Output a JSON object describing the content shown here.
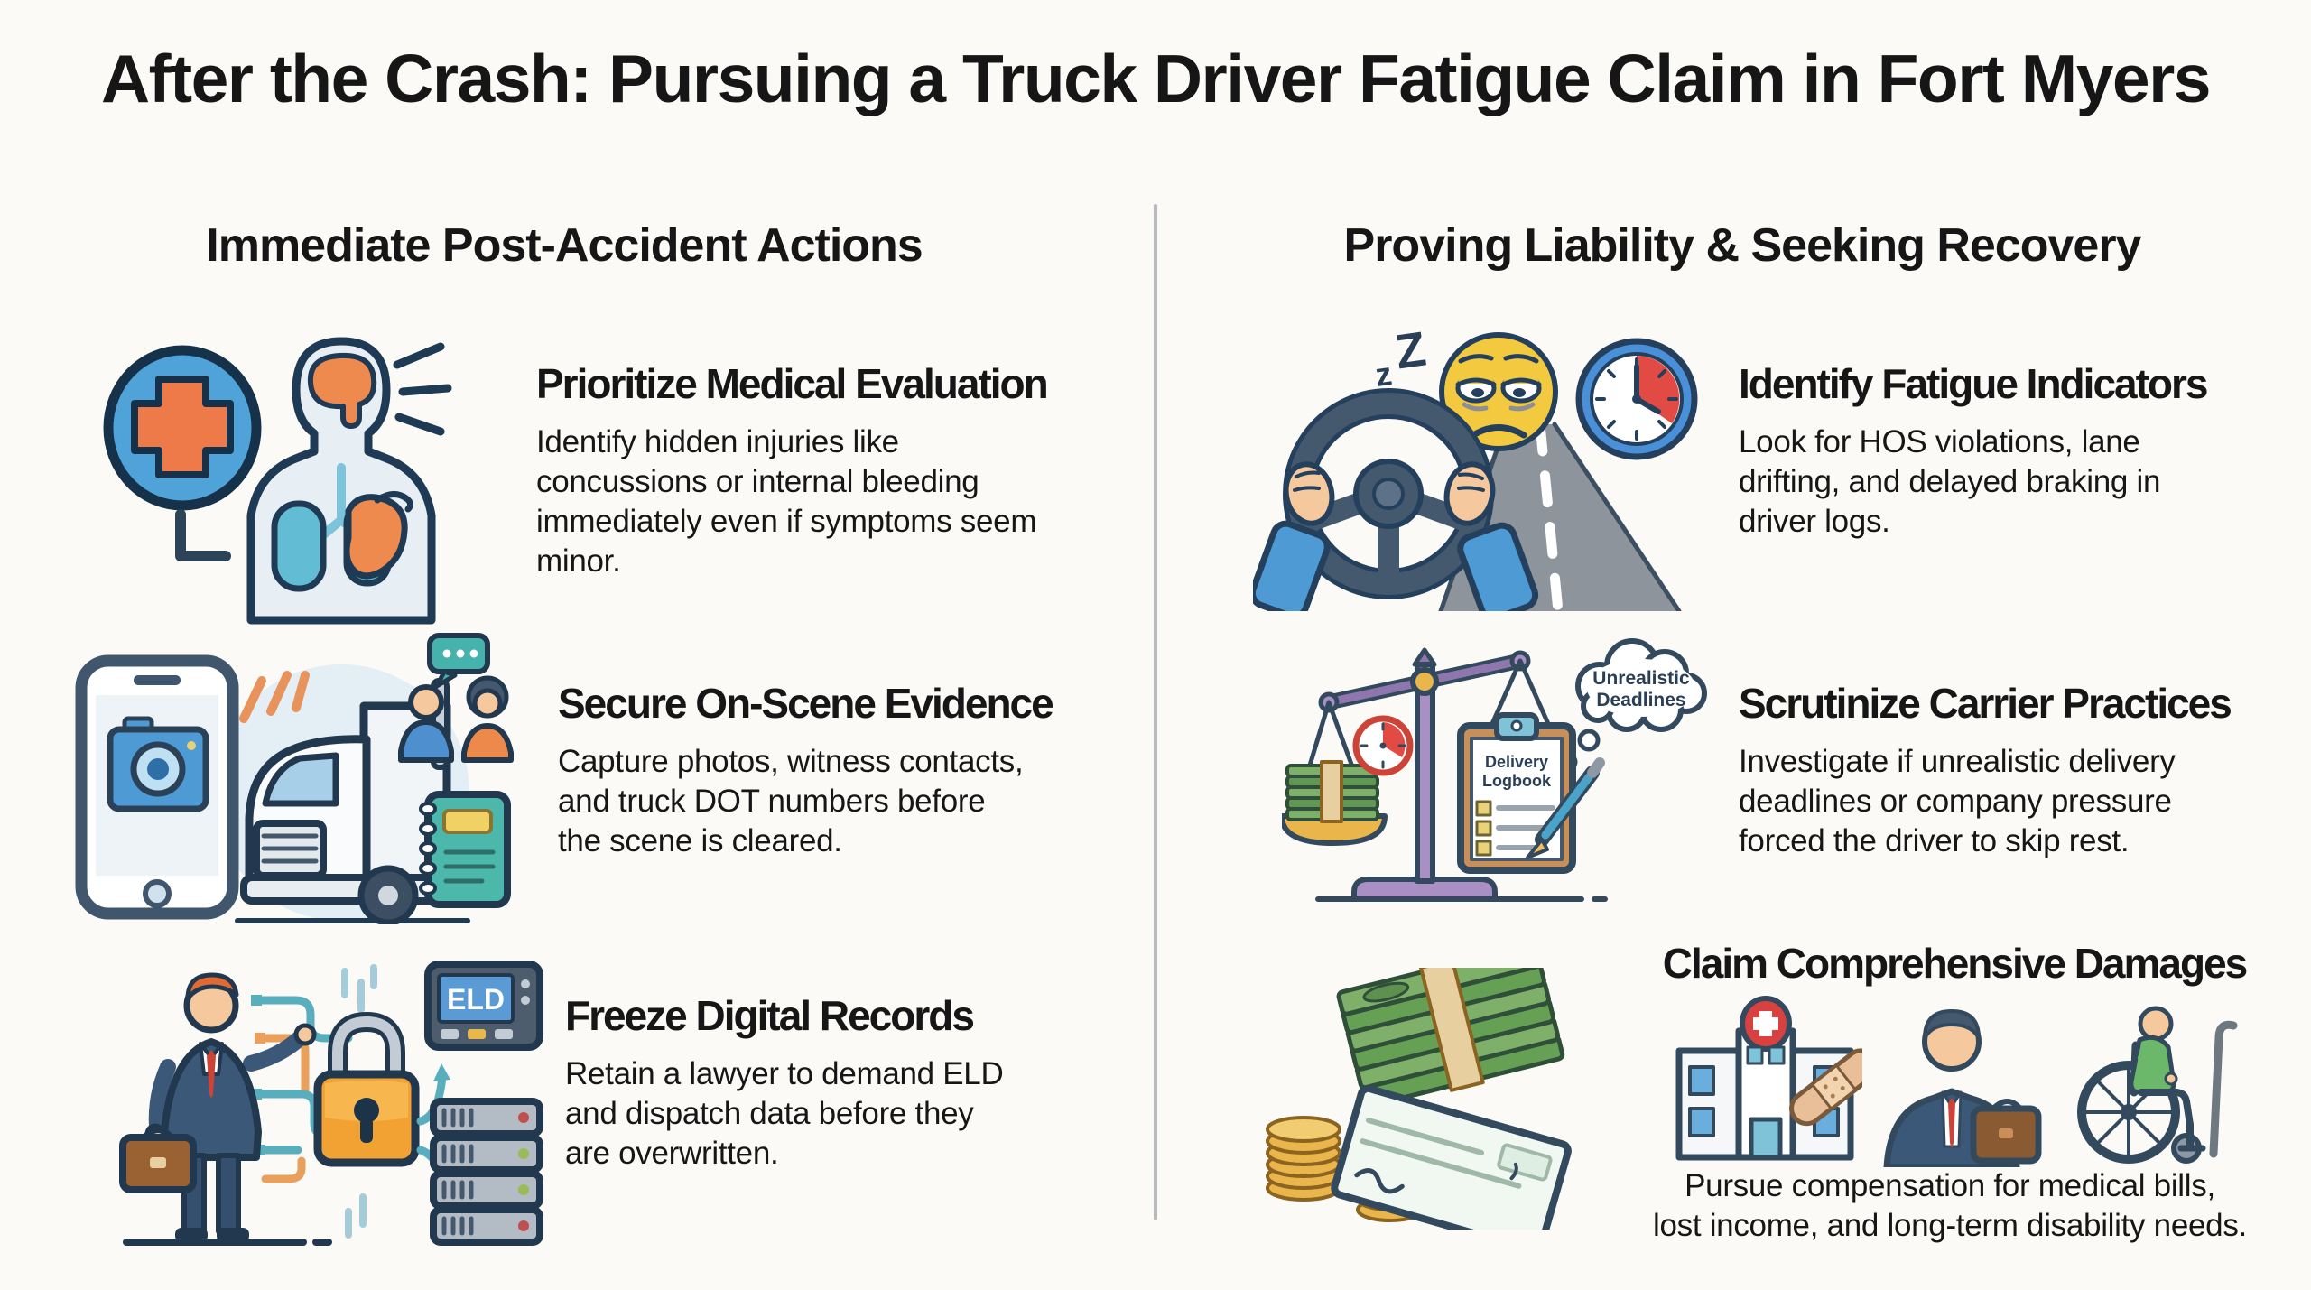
{
  "title": "After the Crash: Pursuing a Truck Driver Fatigue Claim in Fort Myers",
  "columns": [
    {
      "header": "Immediate Post-Accident Actions",
      "items": [
        {
          "title": "Prioritize Medical Evaluation",
          "body_lines": [
            "Identify hidden injuries like",
            "concussions or internal bleeding",
            "immediately even if symptoms seem",
            "minor."
          ]
        },
        {
          "title": "Secure On-Scene Evidence",
          "body_lines": [
            "Capture photos, witness contacts,",
            "and truck DOT numbers before",
            "the scene is cleared."
          ]
        },
        {
          "title": "Freeze Digital Records",
          "body_lines": [
            "Retain a lawyer to demand ELD",
            "and dispatch data before they",
            "are overwritten."
          ]
        }
      ]
    },
    {
      "header": "Proving Liability & Seeking Recovery",
      "items": [
        {
          "title": "Identify Fatigue Indicators",
          "body_lines": [
            "Look for HOS violations, lane",
            "drifting, and delayed braking in",
            "driver logs."
          ]
        },
        {
          "title": "Scrutinize Carrier Practices",
          "body_lines": [
            "Investigate if unrealistic delivery",
            "deadlines or company pressure",
            "forced the driver to skip rest."
          ]
        },
        {
          "title": "Claim Comprehensive Damages",
          "body_lines": [
            "Pursue compensation for medical bills,",
            "lost income, and long-term disability needs."
          ]
        }
      ]
    }
  ],
  "icon_text": {
    "sleep_z1": "z",
    "sleep_z2": "Z",
    "eld": "ELD",
    "cloud_line1": "Unrealistic",
    "cloud_line2": "Deadlines",
    "clipboard_line1": "Delivery",
    "clipboard_line2": "Logbook"
  },
  "icons": [
    "medical-cross-and-body-with-organs",
    "phone-camera-truck-witnesses-notebook",
    "lawyer-padlock-eld-device-servers",
    "sleepy-driver-steering-wheel-road-clock",
    "scales-money-delivery-logbook-thought-cloud",
    "cash-coins-check-hospital-businessman-wheelchair"
  ],
  "colors": {
    "background": "#fbfaf7",
    "text": "#161616",
    "divider": "#b6babf",
    "outline_navy": "#22384f",
    "accent_blue": "#4a90d8",
    "accent_orange": "#ee7a4a",
    "accent_teal": "#4cb8ab",
    "accent_red": "#e14b44",
    "accent_green": "#7fb069",
    "accent_gold": "#eab64b",
    "accent_purple": "#a98fc4"
  }
}
